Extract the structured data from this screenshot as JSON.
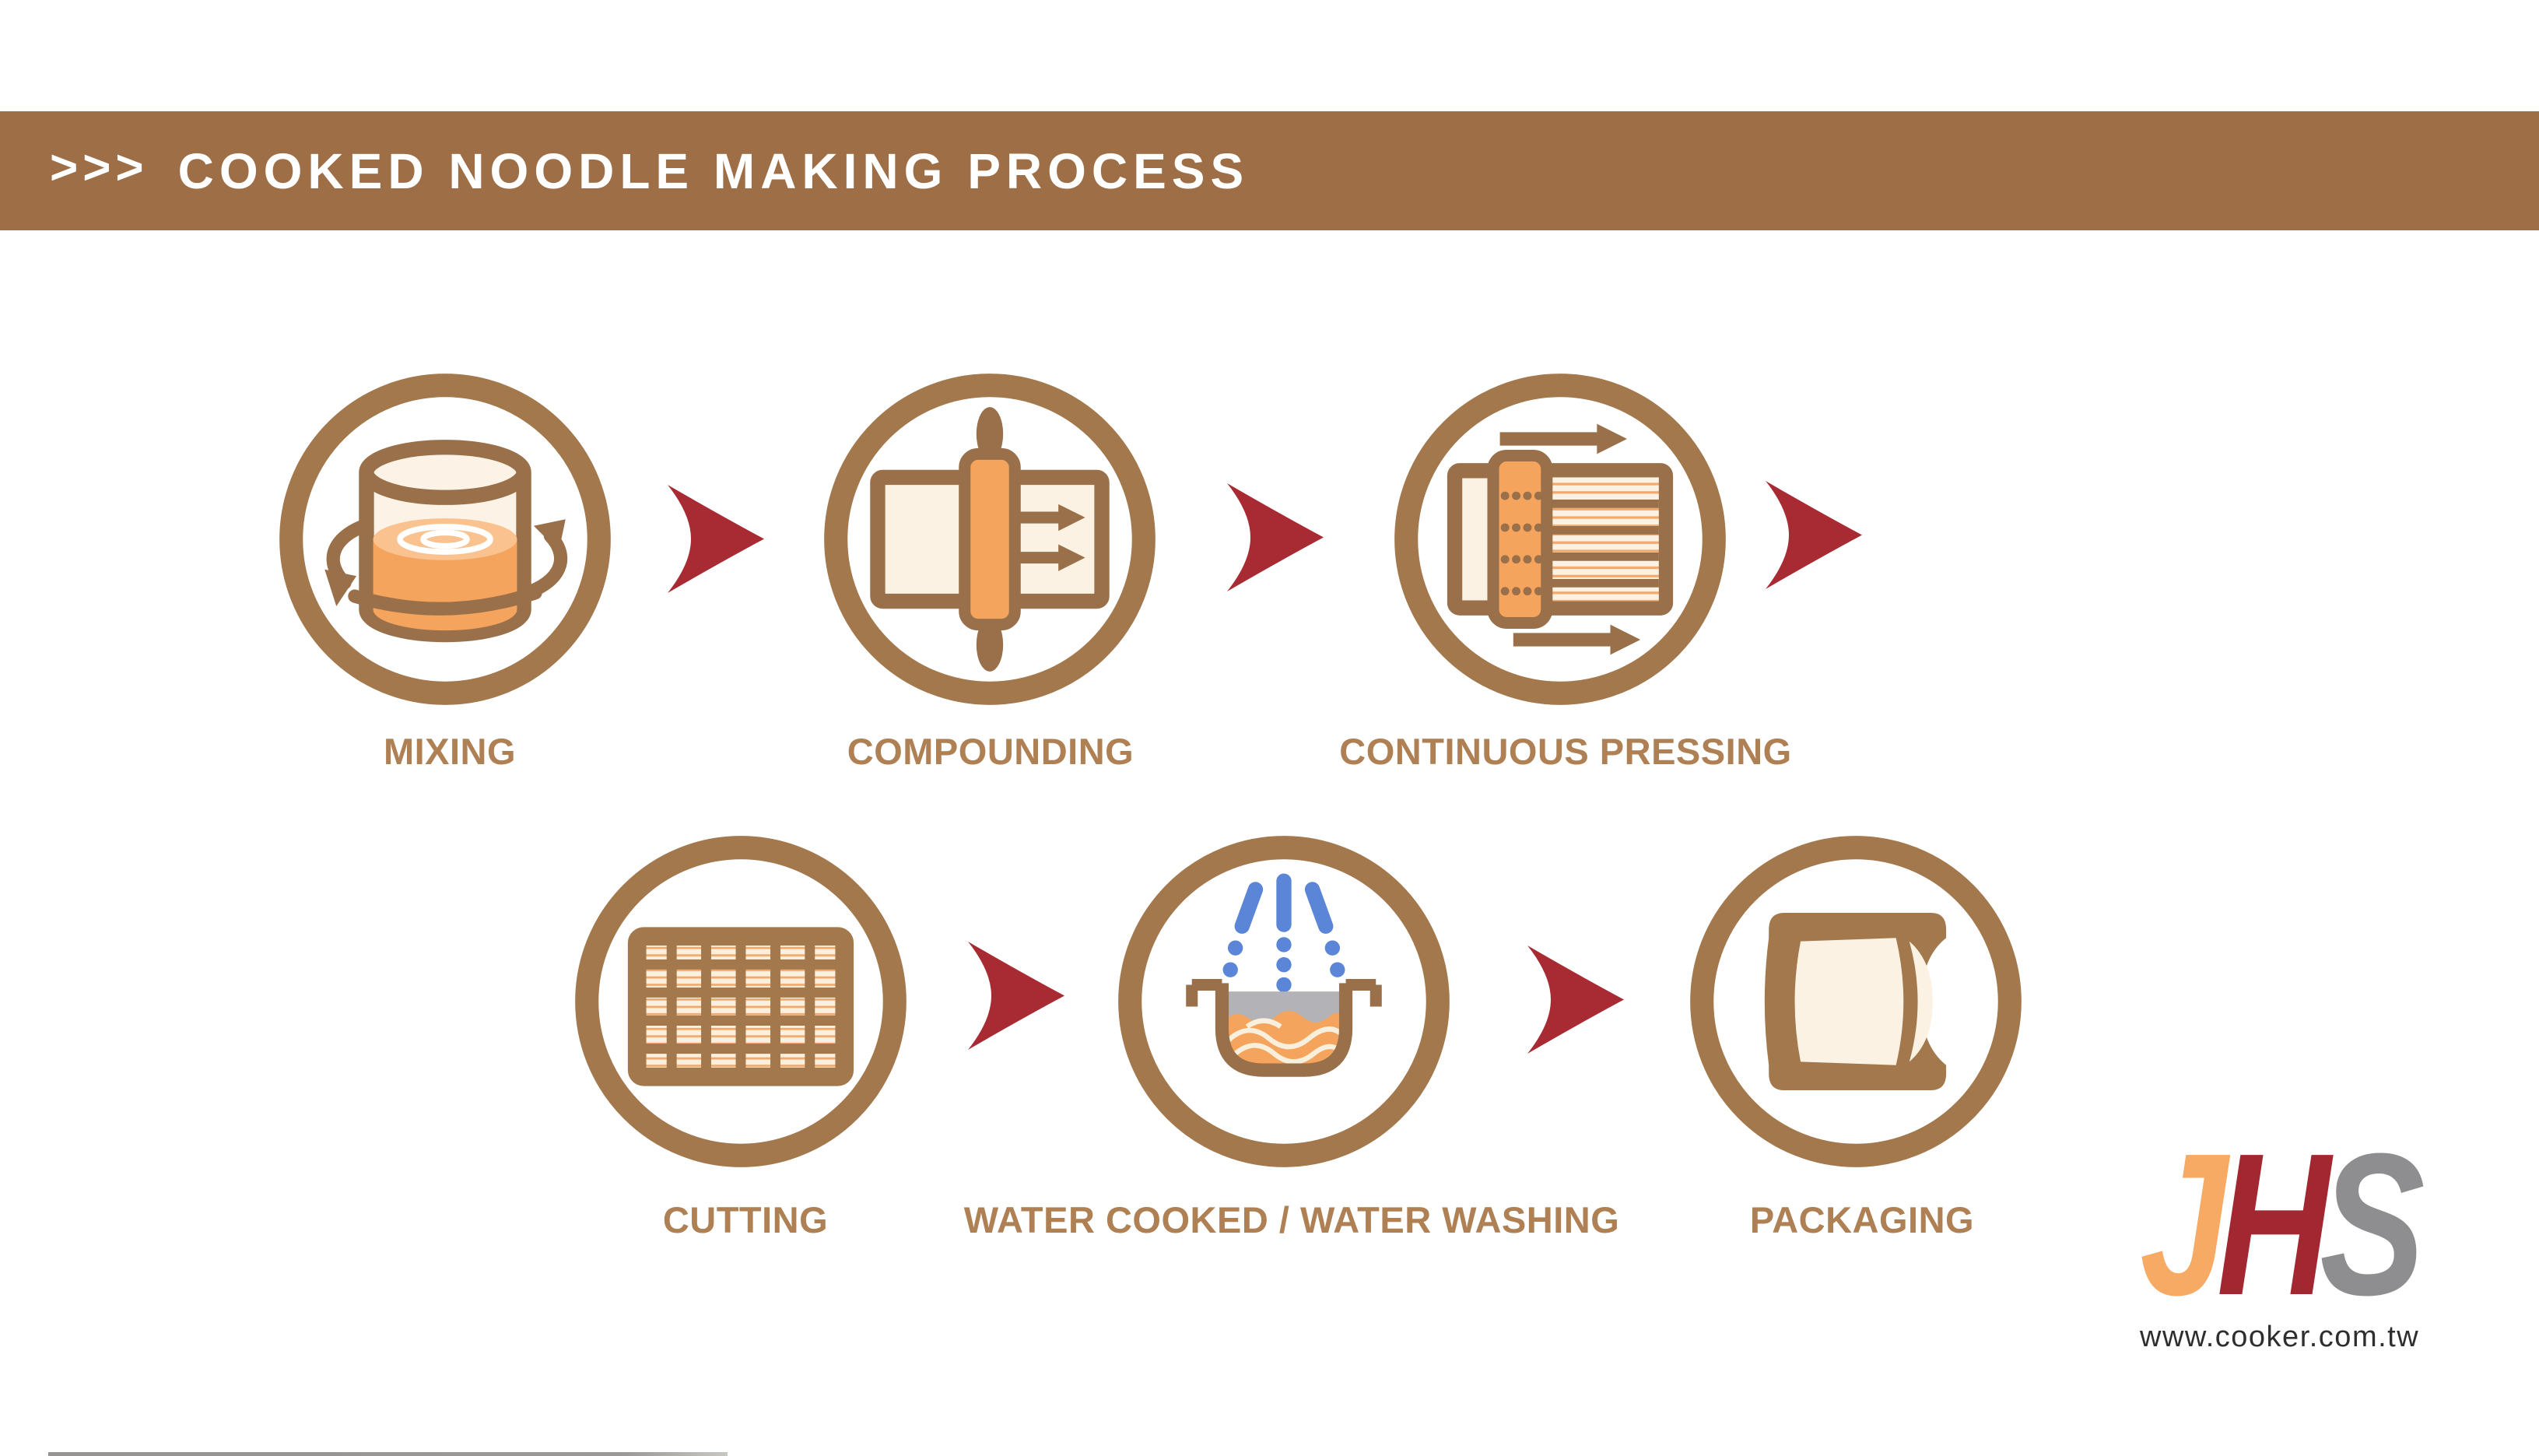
{
  "header": {
    "chevrons": ">>>",
    "title": "COOKED NOODLE MAKING PROCESS",
    "bar_color": "#9E6F47",
    "text_color": "#FFFFFF"
  },
  "steps": [
    {
      "label": "MIXING",
      "icon": "mixing-bowl-icon"
    },
    {
      "label": "COMPOUNDING",
      "icon": "rolling-pin-dough-icon"
    },
    {
      "label": "CONTINUOUS PRESSING",
      "icon": "pressing-rollers-icon"
    },
    {
      "label": "CUTTING",
      "icon": "noodle-cutting-grid-icon"
    },
    {
      "label": "WATER COOKED / WATER WASHING",
      "icon": "pot-noodles-water-spray-icon"
    },
    {
      "label": "PACKAGING",
      "icon": "package-bag-icon"
    }
  ],
  "branding": {
    "logo_letters": [
      {
        "char": "J",
        "color": "#F6AA63"
      },
      {
        "char": "H",
        "color": "#A22731"
      },
      {
        "char": "S",
        "color": "#8E8E90"
      }
    ],
    "website": "www.cooker.com.tw"
  },
  "colors": {
    "header_bar_brown": "#9E6F47",
    "circle_ring_brown": "#A3784D",
    "icon_line_brown": "#99704A",
    "label_brown": "#AE8053",
    "flow_arrow_red": "#A82B33",
    "fill_orange": "#F5A45D",
    "fill_light_orange": "#F9C28E",
    "fill_cream": "#FBF2E3",
    "water_blue": "#5B86D7",
    "pot_gray": "#B3B2B6",
    "website_text": "#2E2E30"
  }
}
